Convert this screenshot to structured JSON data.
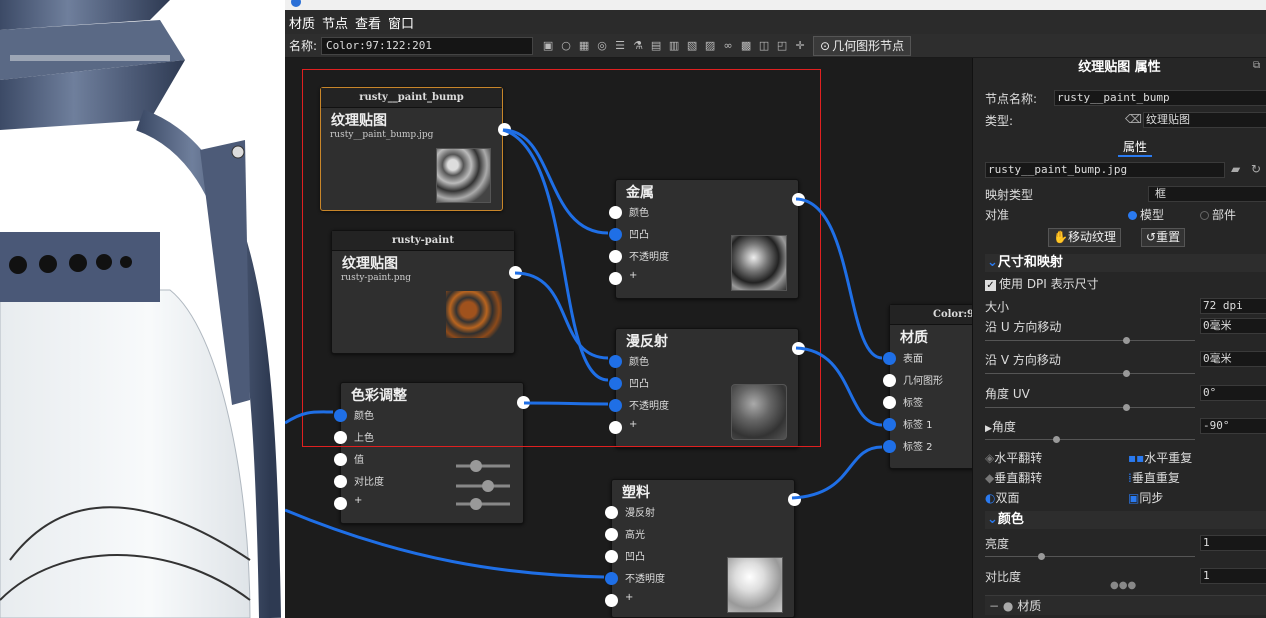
{
  "menu": [
    "材质",
    "节点",
    "查看",
    "窗口"
  ],
  "toolbar": {
    "name_label": "名称:",
    "name_value": "Color:97:122:201",
    "geo_button": "几何图形节点"
  },
  "nodes": {
    "bump": {
      "header": "rusty__paint_bump",
      "title": "纹理贴图",
      "file": "rusty__paint_bump.jpg"
    },
    "paint": {
      "header": "rusty-paint",
      "title": "纹理贴图",
      "file": "rusty-paint.png"
    },
    "adjust": {
      "title": "色彩调整",
      "ports": [
        "颜色",
        "上色",
        "值",
        "对比度",
        "+"
      ]
    },
    "metal": {
      "title": "金属",
      "ports": [
        "颜色",
        "凹凸",
        "不透明度",
        "+"
      ]
    },
    "diffuse": {
      "title": "漫反射",
      "ports": [
        "颜色",
        "凹凸",
        "不透明度",
        "+"
      ]
    },
    "plastic": {
      "title": "塑料",
      "ports": [
        "漫反射",
        "高光",
        "凹凸",
        "不透明度",
        "+"
      ]
    },
    "material": {
      "header": "Color:9",
      "title": "材质",
      "ports": [
        "表面",
        "几何图形",
        "标签",
        "标签 1",
        "标签 2"
      ]
    }
  },
  "panel": {
    "title": "纹理贴图 属性",
    "node_name_label": "节点名称:",
    "node_name_value": "rusty__paint_bump",
    "type_label": "类型:",
    "type_value": "纹理贴图",
    "tab_label": "属性",
    "file_value": "rusty__paint_bump.jpg",
    "mapping_label": "映射类型",
    "mapping_value": "框",
    "align_label": "对准",
    "align_model": "模型",
    "align_part": "部件",
    "move_texture": "移动纹理",
    "reset": "重置",
    "size_section": "尺寸和映射",
    "dpi_check": "使用 DPI 表示尺寸",
    "size_label": "大小",
    "size_value": "72 dpi",
    "u_label": "沿 U 方向移动",
    "u_value": "0毫米",
    "v_label": "沿 V 方向移动",
    "v_value": "0毫米",
    "uv_label": "角度 UV",
    "uv_value": "0°",
    "angle_label": "角度",
    "angle_value": "-90°",
    "flip_h": "水平翻转",
    "repeat_h": "水平重复",
    "flip_v": "垂直翻转",
    "repeat_v": "垂直重复",
    "double": "双面",
    "sync": "同步",
    "color_section": "颜色",
    "brightness_label": "亮度",
    "brightness_value": "1",
    "contrast_label": "对比度",
    "contrast_value": "1",
    "material_footer": "材质"
  },
  "colors": {
    "wire": "#1f6fe6",
    "selection": "#e02020",
    "accent": "#2a7af0"
  }
}
